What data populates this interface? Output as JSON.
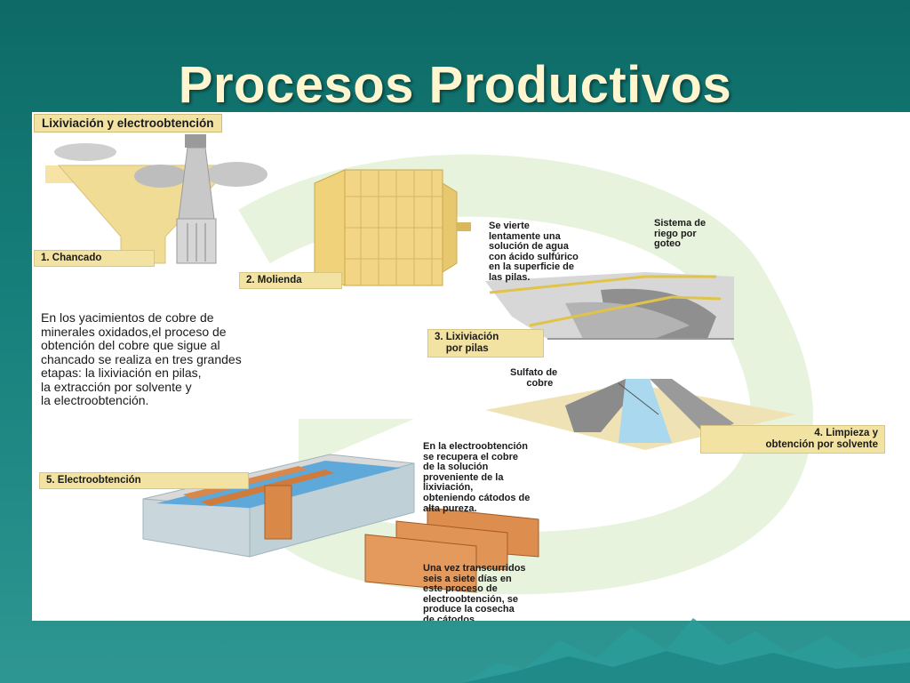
{
  "slide": {
    "title": "Procesos Productivos"
  },
  "figure": {
    "header": "Lixiviación y electroobtención",
    "stages": [
      {
        "id": "1",
        "label": "1. Chancado"
      },
      {
        "id": "2",
        "label": "2. Molienda"
      },
      {
        "id": "3",
        "label": "3. Lixiviación\n    por pilas"
      },
      {
        "id": "4",
        "label": "4. Limpieza y\nobtención por solvente"
      },
      {
        "id": "5",
        "label": "5. Electroobtención"
      }
    ],
    "intro_text": "En los yacimientos de cobre de\nminerales oxidados,el proceso de\nobtención del cobre que sigue al\nchancado se realiza en tres grandes\netapas: la lixiviación en pilas,\nla extracción por solvente y\nla electroobtención.",
    "notes": {
      "solution": "Se vierte\nlentamente una\nsolución de agua\ncon ácido sulfúrico\nen la superficie de\nlas pilas.",
      "drip": "Sistema de\nriego por\ngoteo",
      "sulfate": "Sulfato de\n      cobre",
      "electro": "En la electroobtención\nse recupera el cobre\nde la solución\nproveniente de la\nlixiviación,\nobteniendo cátodos de\nalta pureza.",
      "harvest": "Una vez transcurridos\nseis a siete días en\neste proceso de\nelectroobtención, se\nproduce la cosecha\nde cátodos."
    }
  }
}
